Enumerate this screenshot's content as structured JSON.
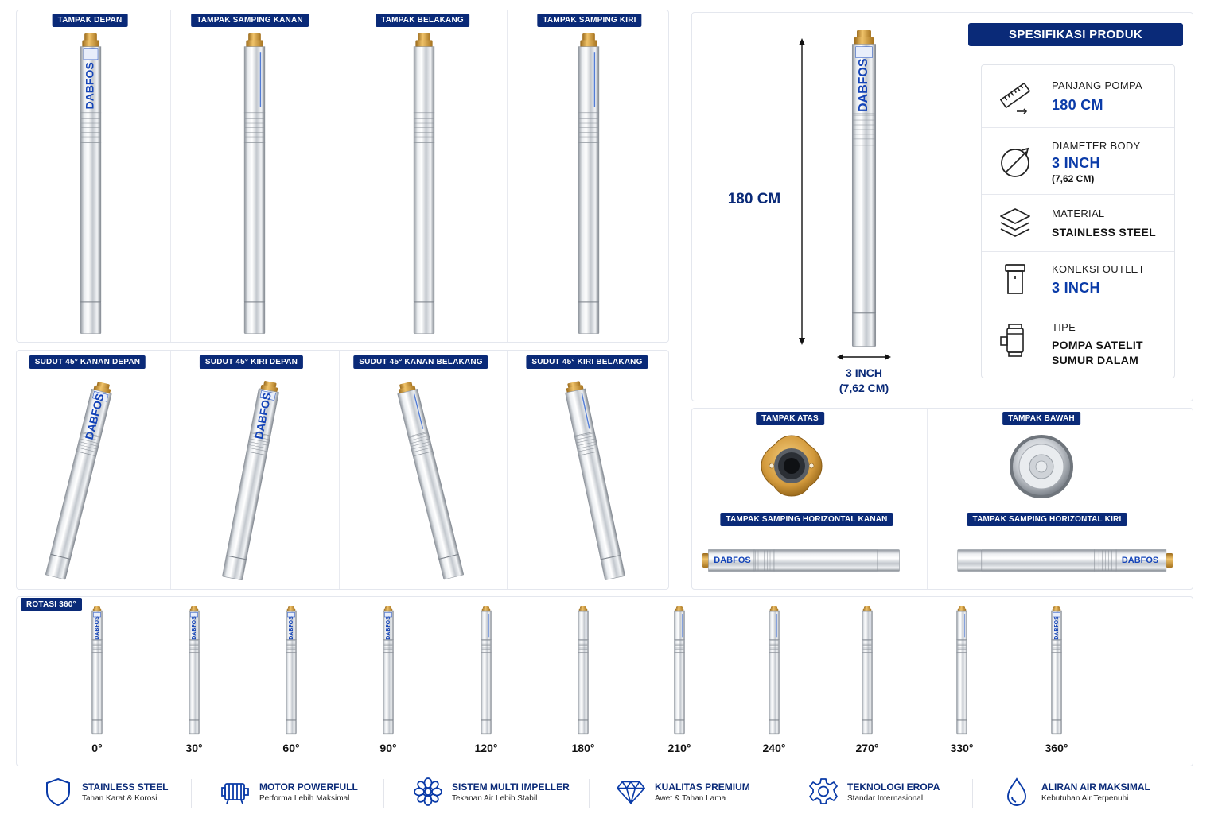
{
  "views_top": [
    {
      "label": "TAMPAK DEPAN",
      "logo": "DABFOS"
    },
    {
      "label": "TAMPAK SAMPING KANAN",
      "logo": ""
    },
    {
      "label": "TAMPAK BELAKANG",
      "logo": ""
    },
    {
      "label": "TAMPAK SAMPING KIRI",
      "logo": ""
    }
  ],
  "views_angle": [
    {
      "label": "SUDUT 45° KANAN DEPAN",
      "logo": "DABFOS"
    },
    {
      "label": "SUDUT 45° KIRI DEPAN",
      "logo": "DABFOS"
    },
    {
      "label": "SUDUT 45° KANAN BELAKANG",
      "logo": ""
    },
    {
      "label": "SUDUT 45° KIRI BELAKANG",
      "logo": ""
    }
  ],
  "dimension": {
    "length": "180 CM",
    "width": "3 INCH",
    "width_metric": "(7,62 CM)",
    "logo": "DABFOS"
  },
  "specs": {
    "header": "SPESIFIKASI PRODUK",
    "items": [
      {
        "title": "PANJANG POMPA",
        "value": "180 CM",
        "sub": "",
        "icon": "ruler-icon"
      },
      {
        "title": "DIAMETER BODY",
        "value": "3 INCH",
        "sub": "(7,62 CM)",
        "icon": "diameter-icon"
      },
      {
        "title": "MATERIAL",
        "value": "STAINLESS STEEL",
        "sub": "",
        "icon": "layers-icon"
      },
      {
        "title": "KONEKSI OUTLET",
        "value": "3 INCH",
        "sub": "",
        "icon": "outlet-icon"
      },
      {
        "title": "TIPE",
        "value": "POMPA SATELIT",
        "value2": "SUMUR DALAM",
        "sub": "",
        "icon": "pump-type-icon"
      }
    ]
  },
  "views_detail": {
    "top": "TAMPAK ATAS",
    "bottom": "TAMPAK BAWAH",
    "horiz_right": "TAMPAK SAMPING HORIZONTAL KANAN",
    "horiz_left": "TAMPAK SAMPING HORIZONTAL KIRI",
    "logo": "DABFOS"
  },
  "rotation": {
    "label": "ROTASI 360°",
    "angles": [
      "0°",
      "30°",
      "60°",
      "90°",
      "120°",
      "180°",
      "210°",
      "240°",
      "270°",
      "330°",
      "360°"
    ],
    "logo": "DABFOS"
  },
  "features": [
    {
      "title": "STAINLESS STEEL",
      "sub": "Tahan Karat & Korosi",
      "icon": "shield-icon"
    },
    {
      "title": "MOTOR POWERFULL",
      "sub": "Performa Lebih Maksimal",
      "icon": "motor-icon"
    },
    {
      "title": "SISTEM MULTI IMPELLER",
      "sub": "Tekanan Air Lebih Stabil",
      "icon": "impeller-icon"
    },
    {
      "title": "KUALITAS PREMIUM",
      "sub": "Awet & Tahan Lama",
      "icon": "diamond-icon"
    },
    {
      "title": "TEKNOLOGI EROPA",
      "sub": "Standar Internasional",
      "icon": "gear-icon"
    },
    {
      "title": "ALIRAN AIR MAKSIMAL",
      "sub": "Kebutuhan Air Terpenuhi",
      "icon": "water-drop-icon"
    }
  ],
  "colors": {
    "navy": "#0a2a78",
    "accent_blue": "#0a3ba8",
    "brass": "#c9912f",
    "steel": "#d9dde3"
  }
}
